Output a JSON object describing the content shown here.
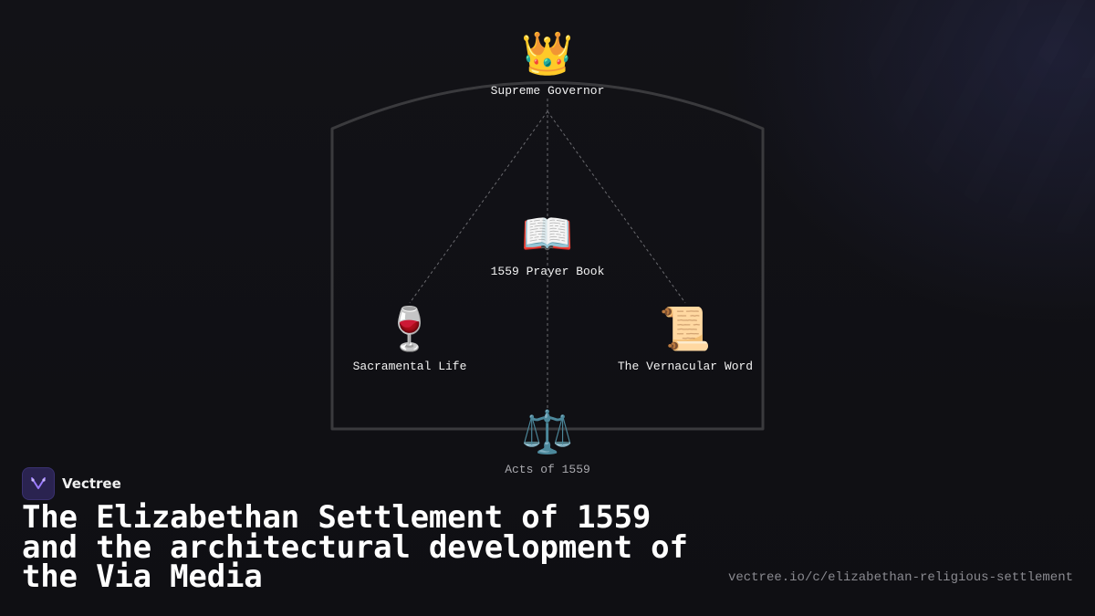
{
  "diagram": {
    "nodes": {
      "top": {
        "icon": "crown-icon",
        "emoji": "👑",
        "label": "Supreme Governor"
      },
      "center": {
        "icon": "open-book-icon",
        "emoji": "📖",
        "label": "1559 Prayer Book"
      },
      "left": {
        "icon": "wine-glass-icon",
        "emoji": "🍷",
        "label": "Sacramental Life"
      },
      "right": {
        "icon": "scroll-icon",
        "emoji": "📜",
        "label": "The Vernacular Word"
      },
      "bottom": {
        "icon": "balance-scale-icon",
        "emoji": "⚖️",
        "label": "Acts of 1559"
      }
    },
    "colors": {
      "frame": "#3a3a3d",
      "connector": "#6b6b70"
    }
  },
  "brand": {
    "name": "Vectree",
    "accent": "#7c5cff"
  },
  "title": "The Elizabethan Settlement of 1559 and the architectural development of the Via Media",
  "url": "vectree.io/c/elizabethan-religious-settlement"
}
